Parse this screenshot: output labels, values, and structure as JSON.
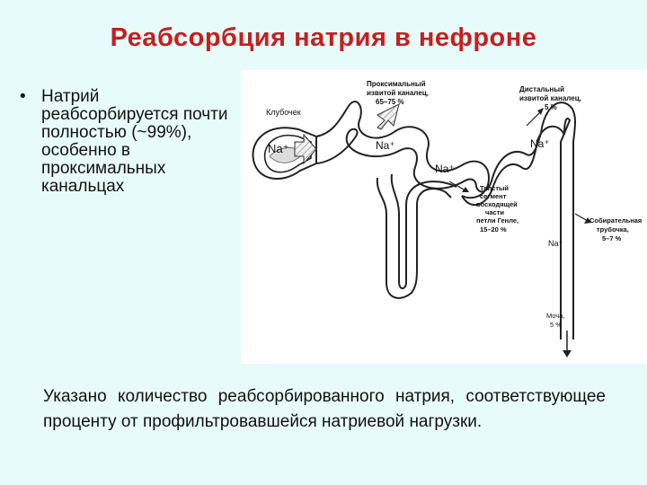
{
  "title": "Реабсорбция натрия в нефроне",
  "bullet": {
    "marker": "•",
    "text": "Натрий реабсорбируется почти полностью (~99%), особенно в проксимальных канальцах"
  },
  "diagram": {
    "labels": {
      "glomerulus": "Клубочек",
      "proximal_line1": "Проксимальный",
      "proximal_line2": "извитой каналец,",
      "proximal_pct": "65–75 %",
      "distal_line1": "Дистальный",
      "distal_line2": "извитой каналец,",
      "distal_pct": "5 %",
      "loop_line1": "Толстый",
      "loop_line2": "сегмент",
      "loop_line3": "восходящей",
      "loop_line4": "части",
      "loop_line5": "петли Генле,",
      "loop_pct": "15–20 %",
      "collecting_line1": "Собирательная",
      "collecting_line2": "трубочка,",
      "collecting_pct": "5–7 %",
      "urine_line1": "Моча,",
      "urine_pct": "5 %",
      "na_glom": "Na⁺",
      "na_prox": "Na⁺",
      "na_loop": "Na⁺",
      "na_distal": "Na⁺",
      "na_collect": "Na⁺"
    }
  },
  "caption": "Указано количество реабсорбированного натрия, соответствующее проценту от профильтровавшейся натриевой нагрузки."
}
